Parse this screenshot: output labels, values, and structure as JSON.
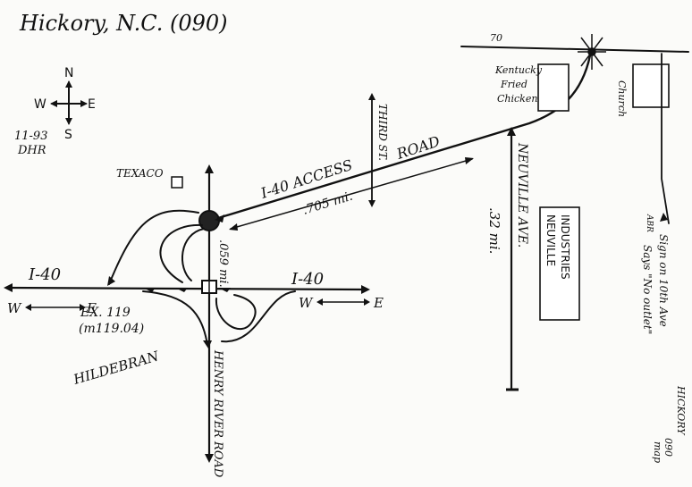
{
  "title": "Hickory, N.C. (090)",
  "date_initials": {
    "date": "11-93",
    "initials": "DHR"
  },
  "compass": {
    "n": "N",
    "s": "S",
    "e": "E",
    "w": "W"
  },
  "roads": {
    "i40_left": "I-40",
    "i40_right": "I-40",
    "access_road_part1": "I-40 ACCESS",
    "access_road_part2": "ROAD",
    "third_st": "THIRD ST.",
    "neuville_ave": "NEUVILLE AVE.",
    "henry_river_road": "HENRY RIVER ROAD",
    "route_70": "70"
  },
  "direction_arrows": {
    "left_w": "W",
    "left_e": "E",
    "right_w": "W",
    "right_e": "E"
  },
  "distances": {
    "access": ".705 mi.",
    "neuville": ".32 mi.",
    "henry_spur": ".059 mi."
  },
  "exit": {
    "line1": "EX. 119",
    "line2": "(m119.04)",
    "line3": "HILDEBRAN"
  },
  "landmarks": {
    "texaco": "TEXACO",
    "kfc_line1": "Kentucky",
    "kfc_line2": "Fried",
    "kfc_line3": "Chicken",
    "church": "Church",
    "neuville_industries_line1": "NEUVILLE",
    "neuville_industries_line2": "INDUSTRIES"
  },
  "sign_note": {
    "line1": "Sign on 10th Ave",
    "line2": "Says \"No outlet\"",
    "abr": "ABR"
  },
  "corner_note": {
    "line1": "HICKORY",
    "line2": "090",
    "line3": "map"
  },
  "colors": {
    "ink": "#111111",
    "paper": "#fbfbf9"
  }
}
